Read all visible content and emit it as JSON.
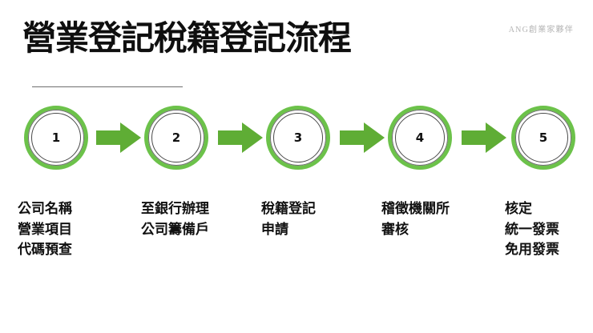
{
  "slide": {
    "title": "營業登記稅籍登記流程",
    "watermark": "ANG創業家夥伴",
    "background_color": "#ffffff",
    "accent_green": "#6cc24a",
    "arrow_green": "#5fad35",
    "text_color": "#111111",
    "rule_color": "#6f6f6f"
  },
  "flow": {
    "arrow_icon_name": "right-arrow-icon",
    "steps": [
      {
        "number": "1",
        "caption_lines": [
          "公司名稱",
          "營業項目",
          "代碼預查"
        ]
      },
      {
        "number": "2",
        "caption_lines": [
          "至銀行辦理",
          "公司籌備戶"
        ]
      },
      {
        "number": "3",
        "caption_lines": [
          "稅籍登記",
          "申請"
        ]
      },
      {
        "number": "4",
        "caption_lines": [
          "稽徵機關所",
          "審核"
        ]
      },
      {
        "number": "5",
        "caption_lines": [
          "核定",
          "統一發票",
          "免用發票"
        ]
      }
    ]
  }
}
